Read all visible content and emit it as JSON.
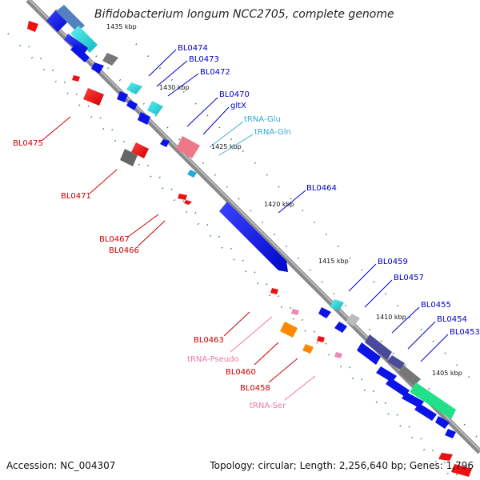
{
  "title": "Bifidobacterium longum NCC2705, complete genome",
  "footer": {
    "accession": "Accession: NC_004307",
    "summary": "Topology: circular; Length: 2,256,640 bp; Genes: 1,796"
  },
  "ticks": [
    "1435 kbp",
    "1430 kbp",
    "1425 kbp",
    "1420 kbp",
    "1415 kbp",
    "1410 kbp",
    "1405 kbp"
  ],
  "genes_forward_strand": [
    "BL0474",
    "BL0473",
    "BL0472",
    "BL0470",
    "gltX",
    "tRNA-Glu",
    "tRNA-Gln",
    "BL0464",
    "BL0459",
    "BL0457",
    "BL0455",
    "BL0454",
    "BL0453"
  ],
  "genes_reverse_strand": [
    "BL0475",
    "BL0471",
    "BL0467",
    "BL0466",
    "BL0463",
    "tRNA-Pseudo",
    "BL0460",
    "BL0458",
    "tRNA-Ser"
  ],
  "colors": {
    "backbone": "#8a8a8a",
    "cds": "#0a14e6",
    "cds_cyan": "#19d6d6",
    "cds_gray": "#777777",
    "cds_dark_slate": "#4a4a9a",
    "cds_green": "#22e08a",
    "rev_red": "#ee1111",
    "rev_orange": "#ff8800",
    "rev_gray": "#666666",
    "trna_cyan": "#22aadd",
    "trna_pink": "#ee88bb",
    "pink_block": "#ee7788",
    "label_forward": "#0000cc",
    "label_reverse": "#cc0000",
    "label_trna": "#33aadd",
    "label_pseudo": "#ee77aa",
    "grid_dot": "#1a7a1a"
  }
}
